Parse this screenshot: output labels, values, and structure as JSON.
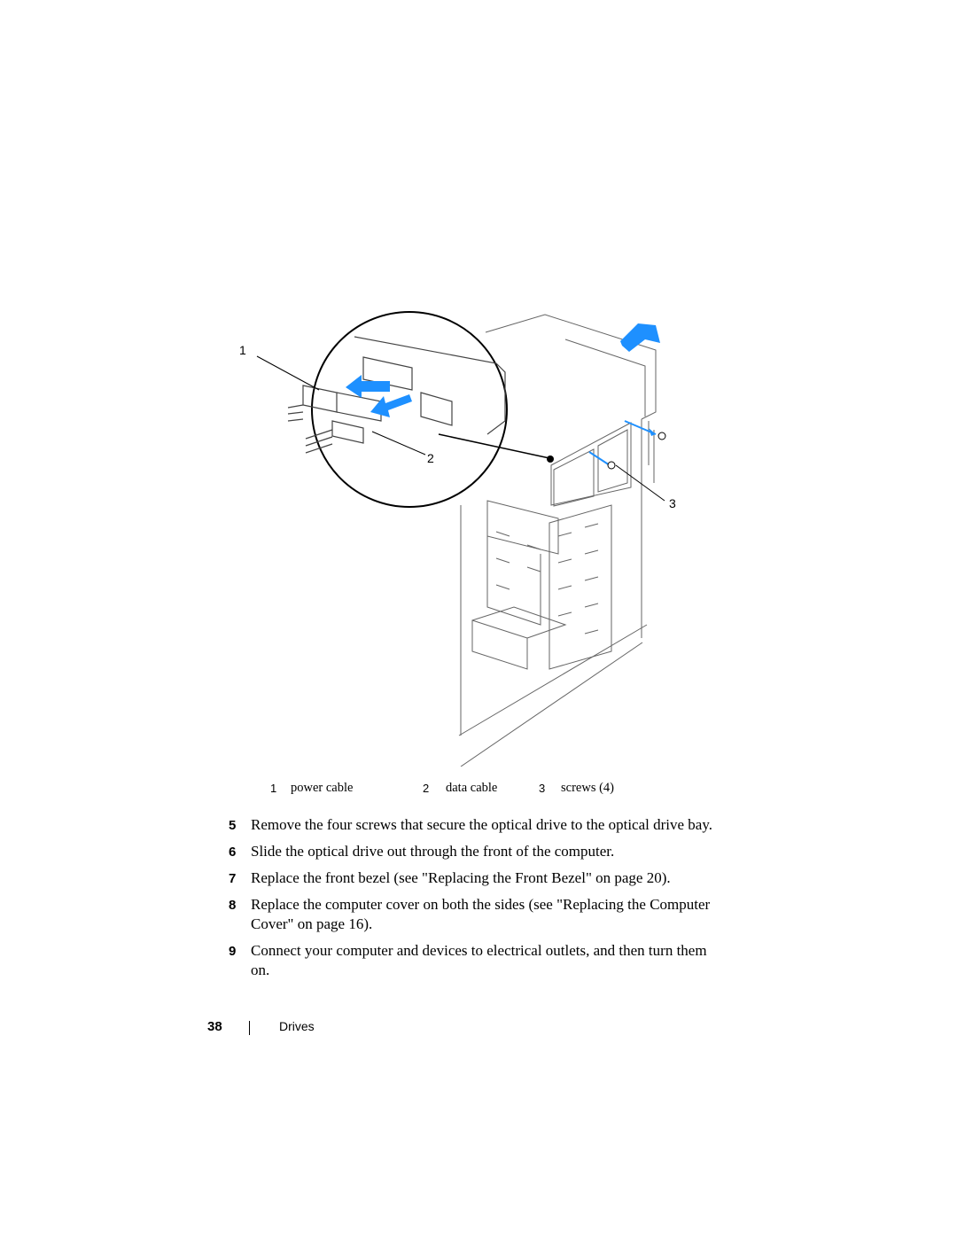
{
  "figure": {
    "callouts": [
      "1",
      "2",
      "3"
    ]
  },
  "legend": [
    {
      "num": "1",
      "label": "power cable"
    },
    {
      "num": "2",
      "label": "data cable"
    },
    {
      "num": "3",
      "label": "screws (4)"
    }
  ],
  "steps": [
    {
      "num": "5",
      "text": "Remove the four screws that secure the optical drive to the optical drive bay."
    },
    {
      "num": "6",
      "text": "Slide the optical drive out through the front of the computer."
    },
    {
      "num": "7",
      "text": "Replace the front bezel (see \"Replacing the Front Bezel\" on page 20)."
    },
    {
      "num": "8",
      "text": "Replace the computer cover on both the sides (see \"Replacing the Computer Cover\" on page 16)."
    },
    {
      "num": "9",
      "text": "Connect your computer and devices to electrical outlets, and then turn them on."
    }
  ],
  "footer": {
    "page_number": "38",
    "section": "Drives"
  },
  "colors": {
    "arrow": "#1e90ff",
    "line": "#555555"
  }
}
